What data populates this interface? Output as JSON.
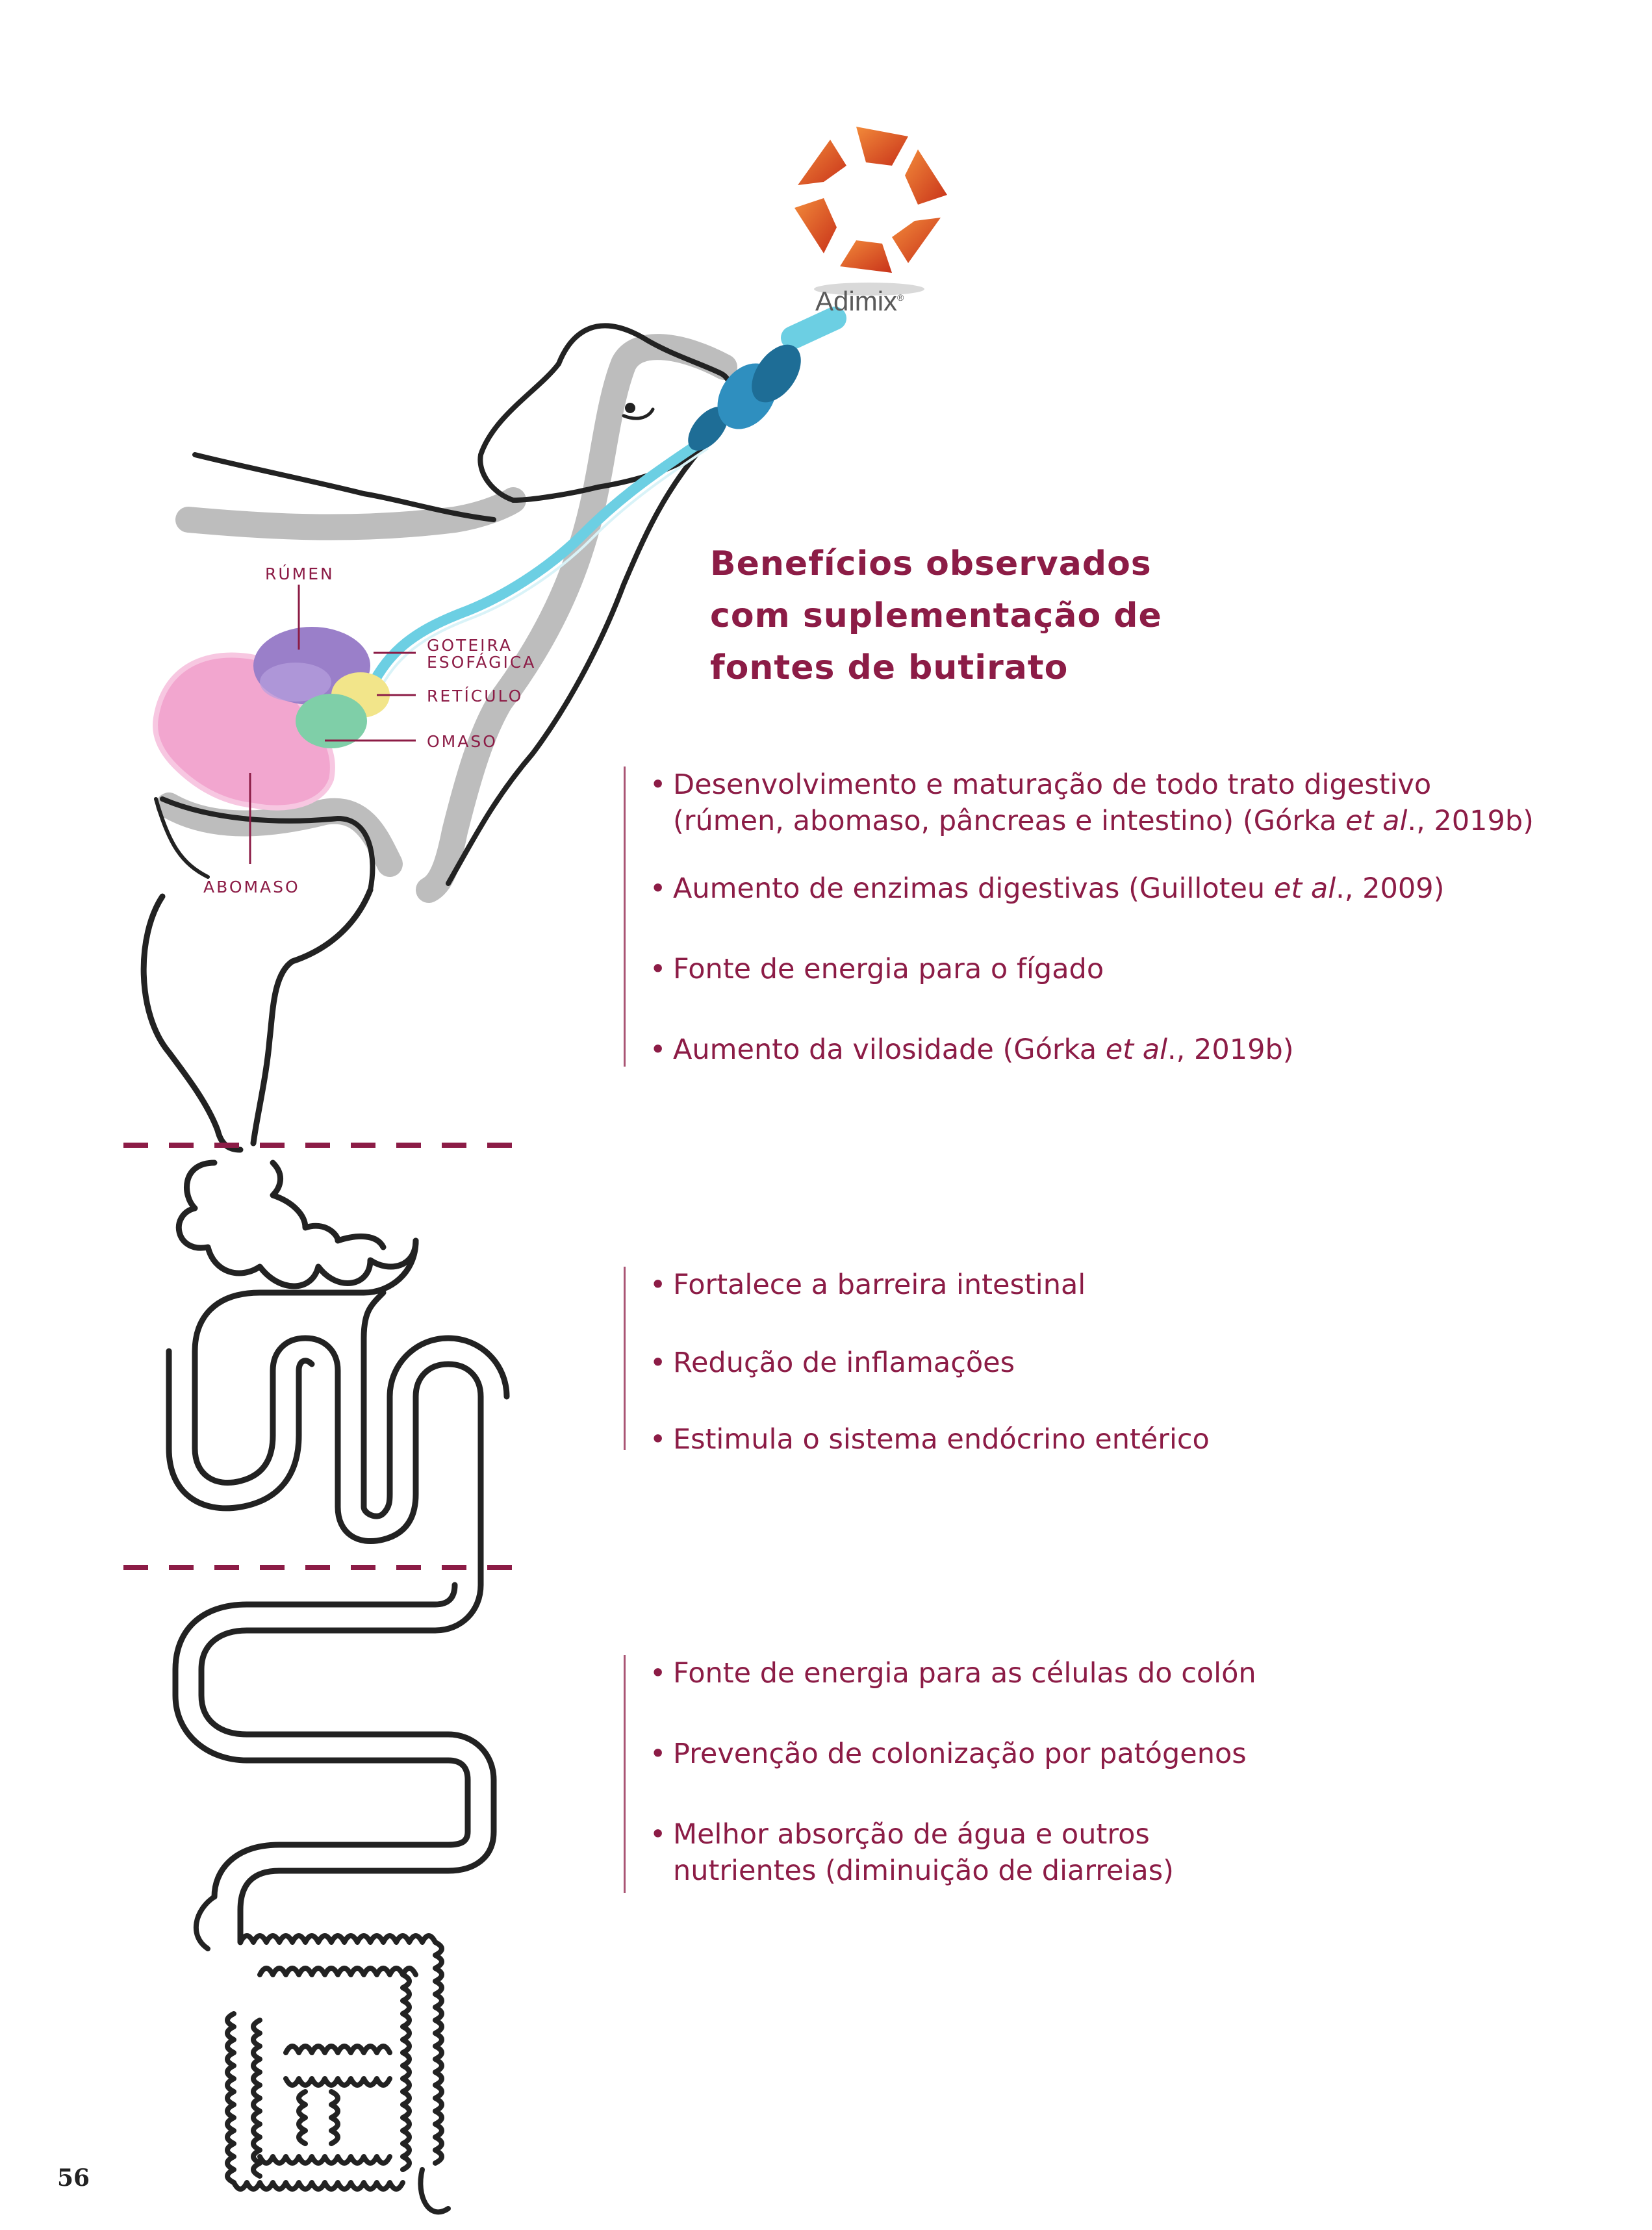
{
  "logo": {
    "name": "Adimix",
    "mark": "®"
  },
  "anatomy_labels": {
    "rumen": "RÚMEN",
    "goteira_1": "GOTEIRA",
    "goteira_2": "ESOFÁGICA",
    "reticulo": "RETÍCULO",
    "omaso": "OMASO",
    "abomaso": "ABOMASO"
  },
  "title": {
    "line1": "Benefícios observados",
    "line2": "com suplementação de",
    "line3": "fontes de butirato"
  },
  "groups": [
    {
      "items": [
        {
          "text": "Desenvolvimento e maturação de todo trato digestivo",
          "cont_pre": "(rúmen, abomaso, pâncreas e intestino)  (Górka ",
          "cont_em": "et al",
          "cont_post": "., 2019b)"
        },
        {
          "pre": "Aumento de enzimas digestivas (Guilloteu ",
          "em": "et al",
          "post": "., 2009)"
        },
        {
          "text": "Fonte de energia para o fígado"
        },
        {
          "pre": "Aumento da vilosidade (Górka ",
          "em": "et al",
          "post": "., 2019b)"
        }
      ]
    },
    {
      "items": [
        {
          "text": "Fortalece a barreira intestinal"
        },
        {
          "text": "Redução de inflamações"
        },
        {
          "text": "Estimula o sistema endócrino entérico"
        }
      ]
    },
    {
      "items": [
        {
          "text": "Fonte de energia para as células do colón"
        },
        {
          "text": "Prevenção de colonização por patógenos"
        },
        {
          "text": "Melhor absorção de água e outros",
          "cont": "nutrientes (diminuição de diarreias)"
        }
      ]
    }
  ],
  "bullet": "•",
  "page_number": "56",
  "colors": {
    "accent": "#8c1c46",
    "rumen": "#9a7fc9",
    "reticulo": "#f2e58a",
    "omaso": "#7fcfa8",
    "abomaso": "#f2a6cf",
    "tube": "#6ccfe3",
    "nozzle": "#1e6d96",
    "logo_orange": "#e85a25"
  }
}
